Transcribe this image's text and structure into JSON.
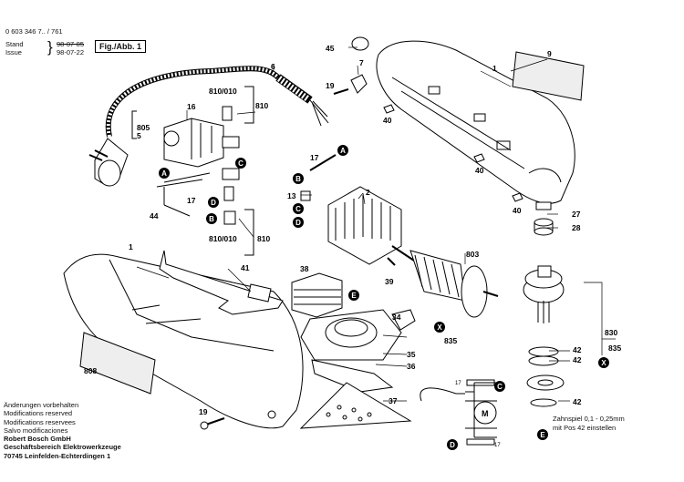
{
  "header": {
    "doc_number": "0 603 346 7.. / 761",
    "stand_label": "Stand",
    "issue_label": "Issue",
    "stand_date_old": "98-07-05",
    "issue_date": "98-07-22",
    "figure_label": "Fig./Abb. 1"
  },
  "footer": {
    "lines": [
      "Änderungen vorbehalten",
      "Modifications reserved",
      "Modifications reservees",
      "Salvo modificaciones"
    ],
    "company": [
      "Robert Bosch GmbH",
      "Geschäftsbereich Elektrowerkzeuge",
      "70745 Leinfelden-Echterdingen 1"
    ]
  },
  "note": {
    "line1": "Zahnspiel 0,1 - 0,25mm",
    "line2": "mit Pos 42 einstellen"
  },
  "callouts": {
    "n1": "1",
    "n1b": "1",
    "n2": "2",
    "n5": "5",
    "n6": "6",
    "n7": "7",
    "n9": "9",
    "n13": "13",
    "n16": "16",
    "n17a": "17",
    "n17b": "17",
    "n17c": "17",
    "n17d": "17",
    "n19a": "19",
    "n19b": "19",
    "n27": "27",
    "n28": "28",
    "n34": "34",
    "n35": "35",
    "n36": "36",
    "n37": "37",
    "n38": "38",
    "n39": "39",
    "n40a": "40",
    "n40b": "40",
    "n40c": "40",
    "n41": "41",
    "n42a": "42",
    "n42b": "42",
    "n42c": "42",
    "n44": "44",
    "n45": "45",
    "n803": "803",
    "n805": "805",
    "n808": "808",
    "n810a": "810/010",
    "n810b": "810",
    "n810c": "810/010",
    "n810d": "810",
    "n830": "830",
    "n835a": "835",
    "n835b": "835",
    "motor_m": "M"
  },
  "markers": {
    "A": "A",
    "B": "B",
    "C": "C",
    "D": "D",
    "E": "E",
    "X": "X"
  }
}
